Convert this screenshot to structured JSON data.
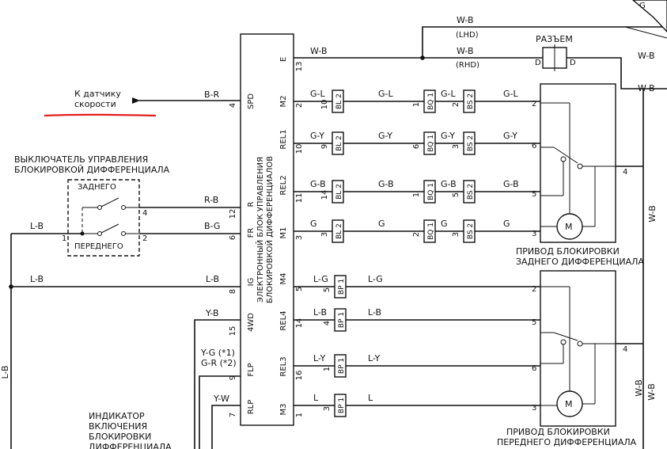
{
  "ecu": {
    "title_line1": "ЭЛЕКТРОННЫЙ БЛОК УПРАВЛЕНИЯ",
    "title_line2": "БЛОКИРОВКОЙ ДИФФЕРЕНЦИАЛОВ",
    "left_pins": [
      {
        "name": "SPD",
        "num": "4"
      },
      {
        "name": "R",
        "num": "12"
      },
      {
        "name": "FR",
        "num": "6"
      },
      {
        "name": "IG",
        "num": "8"
      },
      {
        "name": "4WD",
        "num": "15"
      },
      {
        "name": "FLP",
        "num": "9"
      },
      {
        "name": "RLP",
        "num": "7"
      }
    ],
    "right_pins": [
      {
        "name": "E",
        "num": "13"
      },
      {
        "name": "M2",
        "num": "2"
      },
      {
        "name": "REL1",
        "num": "10"
      },
      {
        "name": "REL2",
        "num": "11"
      },
      {
        "name": "M1",
        "num": "3"
      },
      {
        "name": "M4",
        "num": "5"
      },
      {
        "name": "REL4",
        "num": "14"
      },
      {
        "name": "REL3",
        "num": "16"
      },
      {
        "name": "M3",
        "num": "1"
      }
    ]
  },
  "speed_sensor": {
    "line1": "К датчику",
    "line2": "скорости",
    "wire": "B-R"
  },
  "switch": {
    "title_line1": "ВЫКЛЮЧАТЕЛЬ УПРАВЛЕНИЯ",
    "title_line2": "БЛОКИРОВКОЙ ДИФФЕРЕНЦИАЛА",
    "rear": "ЗАДНЕГО",
    "front": "ПЕРЕДНЕГО",
    "pin_left": "1",
    "pin_top": "4",
    "pin_bottom": "2",
    "wire_rb": "R-B",
    "wire_bg": "B-G",
    "wire_lb1": "L-B",
    "wire_lb2": "L-B",
    "wire_lb3": "L-B",
    "wire_lb4": "L-B",
    "left_vertical": "L-B"
  },
  "ground": {
    "wb1": "W-B",
    "wb_lhd": "W-B",
    "lhd": "(LHD)",
    "rhd": "(RHD)",
    "wb_rhd": "W-B",
    "wb_right1": "W-B",
    "wb_right2": "W-B",
    "wb_v1": "W-B",
    "wb_v2": "W-B",
    "wb_v3": "W-B",
    "connector_label": "РАЗЪЕМ",
    "d_left": "D",
    "d_right": "D"
  },
  "rear_rows": [
    {
      "w1": "G-L",
      "bl": "10",
      "w2": "G-L",
      "bq": "1",
      "w3": "G-L",
      "bs": "2",
      "w4": "G-L",
      "act": "2"
    },
    {
      "w1": "G-Y",
      "bl": "9",
      "w2": "G-Y",
      "bq": "6",
      "w3": "G-Y",
      "bs": "3",
      "w4": "G-Y",
      "act": "6"
    },
    {
      "w1": "G-B",
      "bl": "14",
      "w2": "G-B",
      "bq": "1",
      "w3": "G-B",
      "bs": "5",
      "w4": "G-B",
      "act": "5"
    },
    {
      "w1": "G",
      "bl": "3",
      "w2": "G",
      "bq": "2",
      "w3": "G",
      "bs": "3",
      "w4": "G",
      "act": "3"
    }
  ],
  "rear_connectors": {
    "bl": "BL 2",
    "bq": "BQ 1",
    "bs": "BS 2"
  },
  "front_rows": [
    {
      "w1": "L-G",
      "bp": "5",
      "w2": "L-G",
      "act": "2"
    },
    {
      "w1": "L-B",
      "bp": "4",
      "w2": "L-B",
      "act": "5"
    },
    {
      "w1": "L-Y",
      "bp": "1",
      "w2": "L-Y",
      "act": "6"
    },
    {
      "w1": "L",
      "bp": "3",
      "w2": "L",
      "act": "3"
    }
  ],
  "front_connector": "BP 1",
  "rear_actuator": {
    "title_line1": "ПРИВОД БЛОКИРОВКИ",
    "title_line2": "ЗАДНЕГО ДИФФЕРЕНЦИАЛА",
    "pin4": "4",
    "motor": "M"
  },
  "front_actuator": {
    "title_line1": "ПРИВОД БЛОКИРОВКИ",
    "title_line2": "ПЕРЕДНЕГО ДИФФЕРЕНЦИАЛА",
    "pin4": "4",
    "motor": "M"
  },
  "wires_4wd": {
    "yb": "Y-B",
    "yg": "Y-G  (*1)",
    "gr": "G-R  (*2)",
    "yw": "Y-W"
  },
  "indicator": {
    "line1": "ИНДИКАТОР",
    "line2": "ВКЛЮЧЕНИЯ",
    "line3": "БЛОКИРОВКИ",
    "line4": "ДИФФЕРЕНЦИАЛА"
  },
  "corner_letter": "G",
  "highlight_color": "#e0201e"
}
